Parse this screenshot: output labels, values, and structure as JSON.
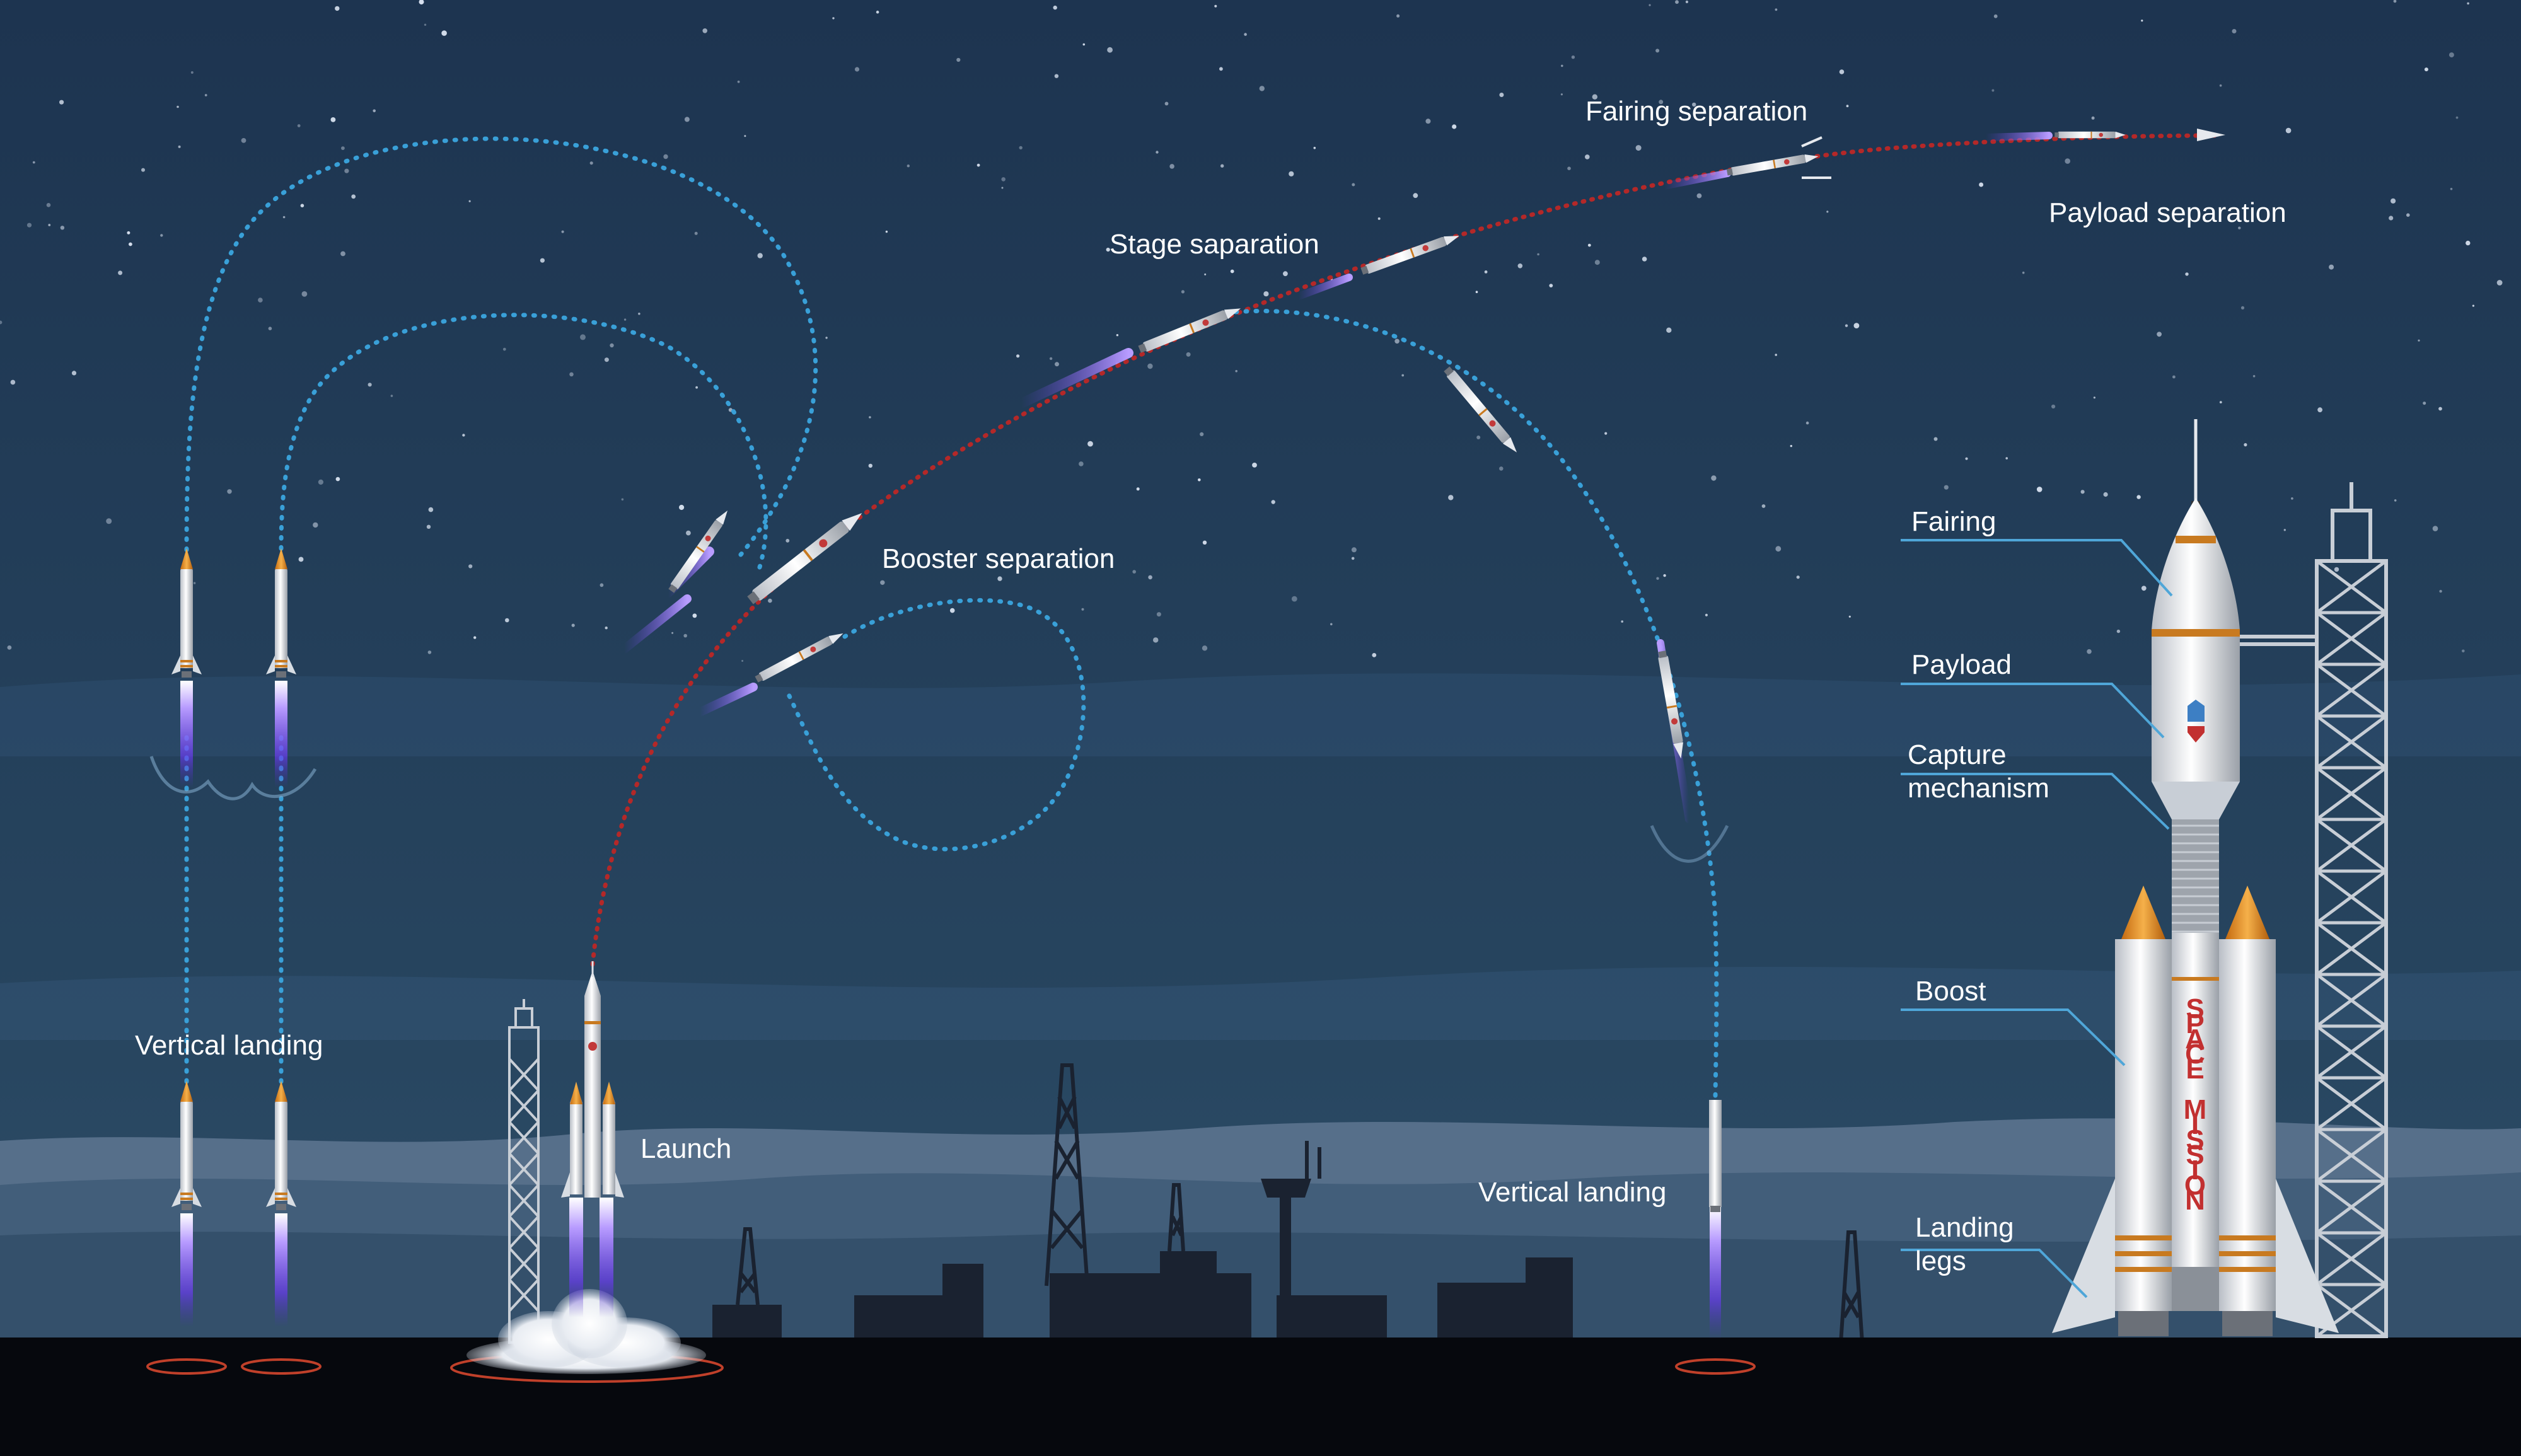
{
  "labels": {
    "fairing_separation": "Fairing separation",
    "payload_separation": "Payload separation",
    "stage_separation": "Stage saparation",
    "booster_separation": "Booster separation",
    "vertical_landing_left": "Vertical landing",
    "launch": "Launch",
    "vertical_landing_right": "Vertical landing"
  },
  "callouts": {
    "fairing": "Fairing",
    "payload": "Payload",
    "capture_line1": "Capture",
    "capture_line2": "mechanism",
    "boost": "Boost",
    "landing_line1": "Landing",
    "landing_line2": "legs"
  },
  "rocket_lettering": "SPACE MISSION",
  "colors": {
    "sky_top": "#1e3550",
    "sky_bottom": "#2c4b6b",
    "hill_light": "#5b7590",
    "hill_dark": "#3b5774",
    "ground": "#06080d",
    "flight_path": "#b42828",
    "return_path": "#39a0d8",
    "exhaust": "#8a5cff",
    "accent_orange": "#e08a1e"
  }
}
